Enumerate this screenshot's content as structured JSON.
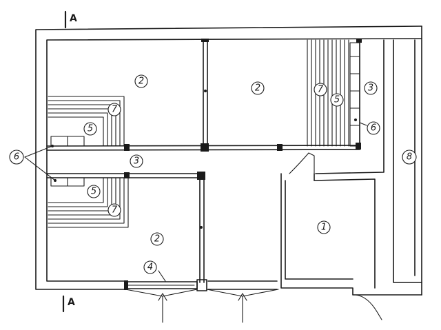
{
  "section_marks": [
    "A",
    "A"
  ],
  "room_labels": {
    "hall": "1",
    "room_top_left": "2",
    "room_top_right": "2",
    "room_bottom": "2",
    "corridor": "3",
    "corridor_right": "3",
    "door": "4",
    "bench_top_left": "5",
    "bench_bottom_left": "5",
    "bench_top_right": "5",
    "marker_left": "6",
    "marker_right": "6",
    "tiers_top_left": "7",
    "tiers_bottom_left": "7",
    "tiers_top_right": "7",
    "annex": "8"
  }
}
